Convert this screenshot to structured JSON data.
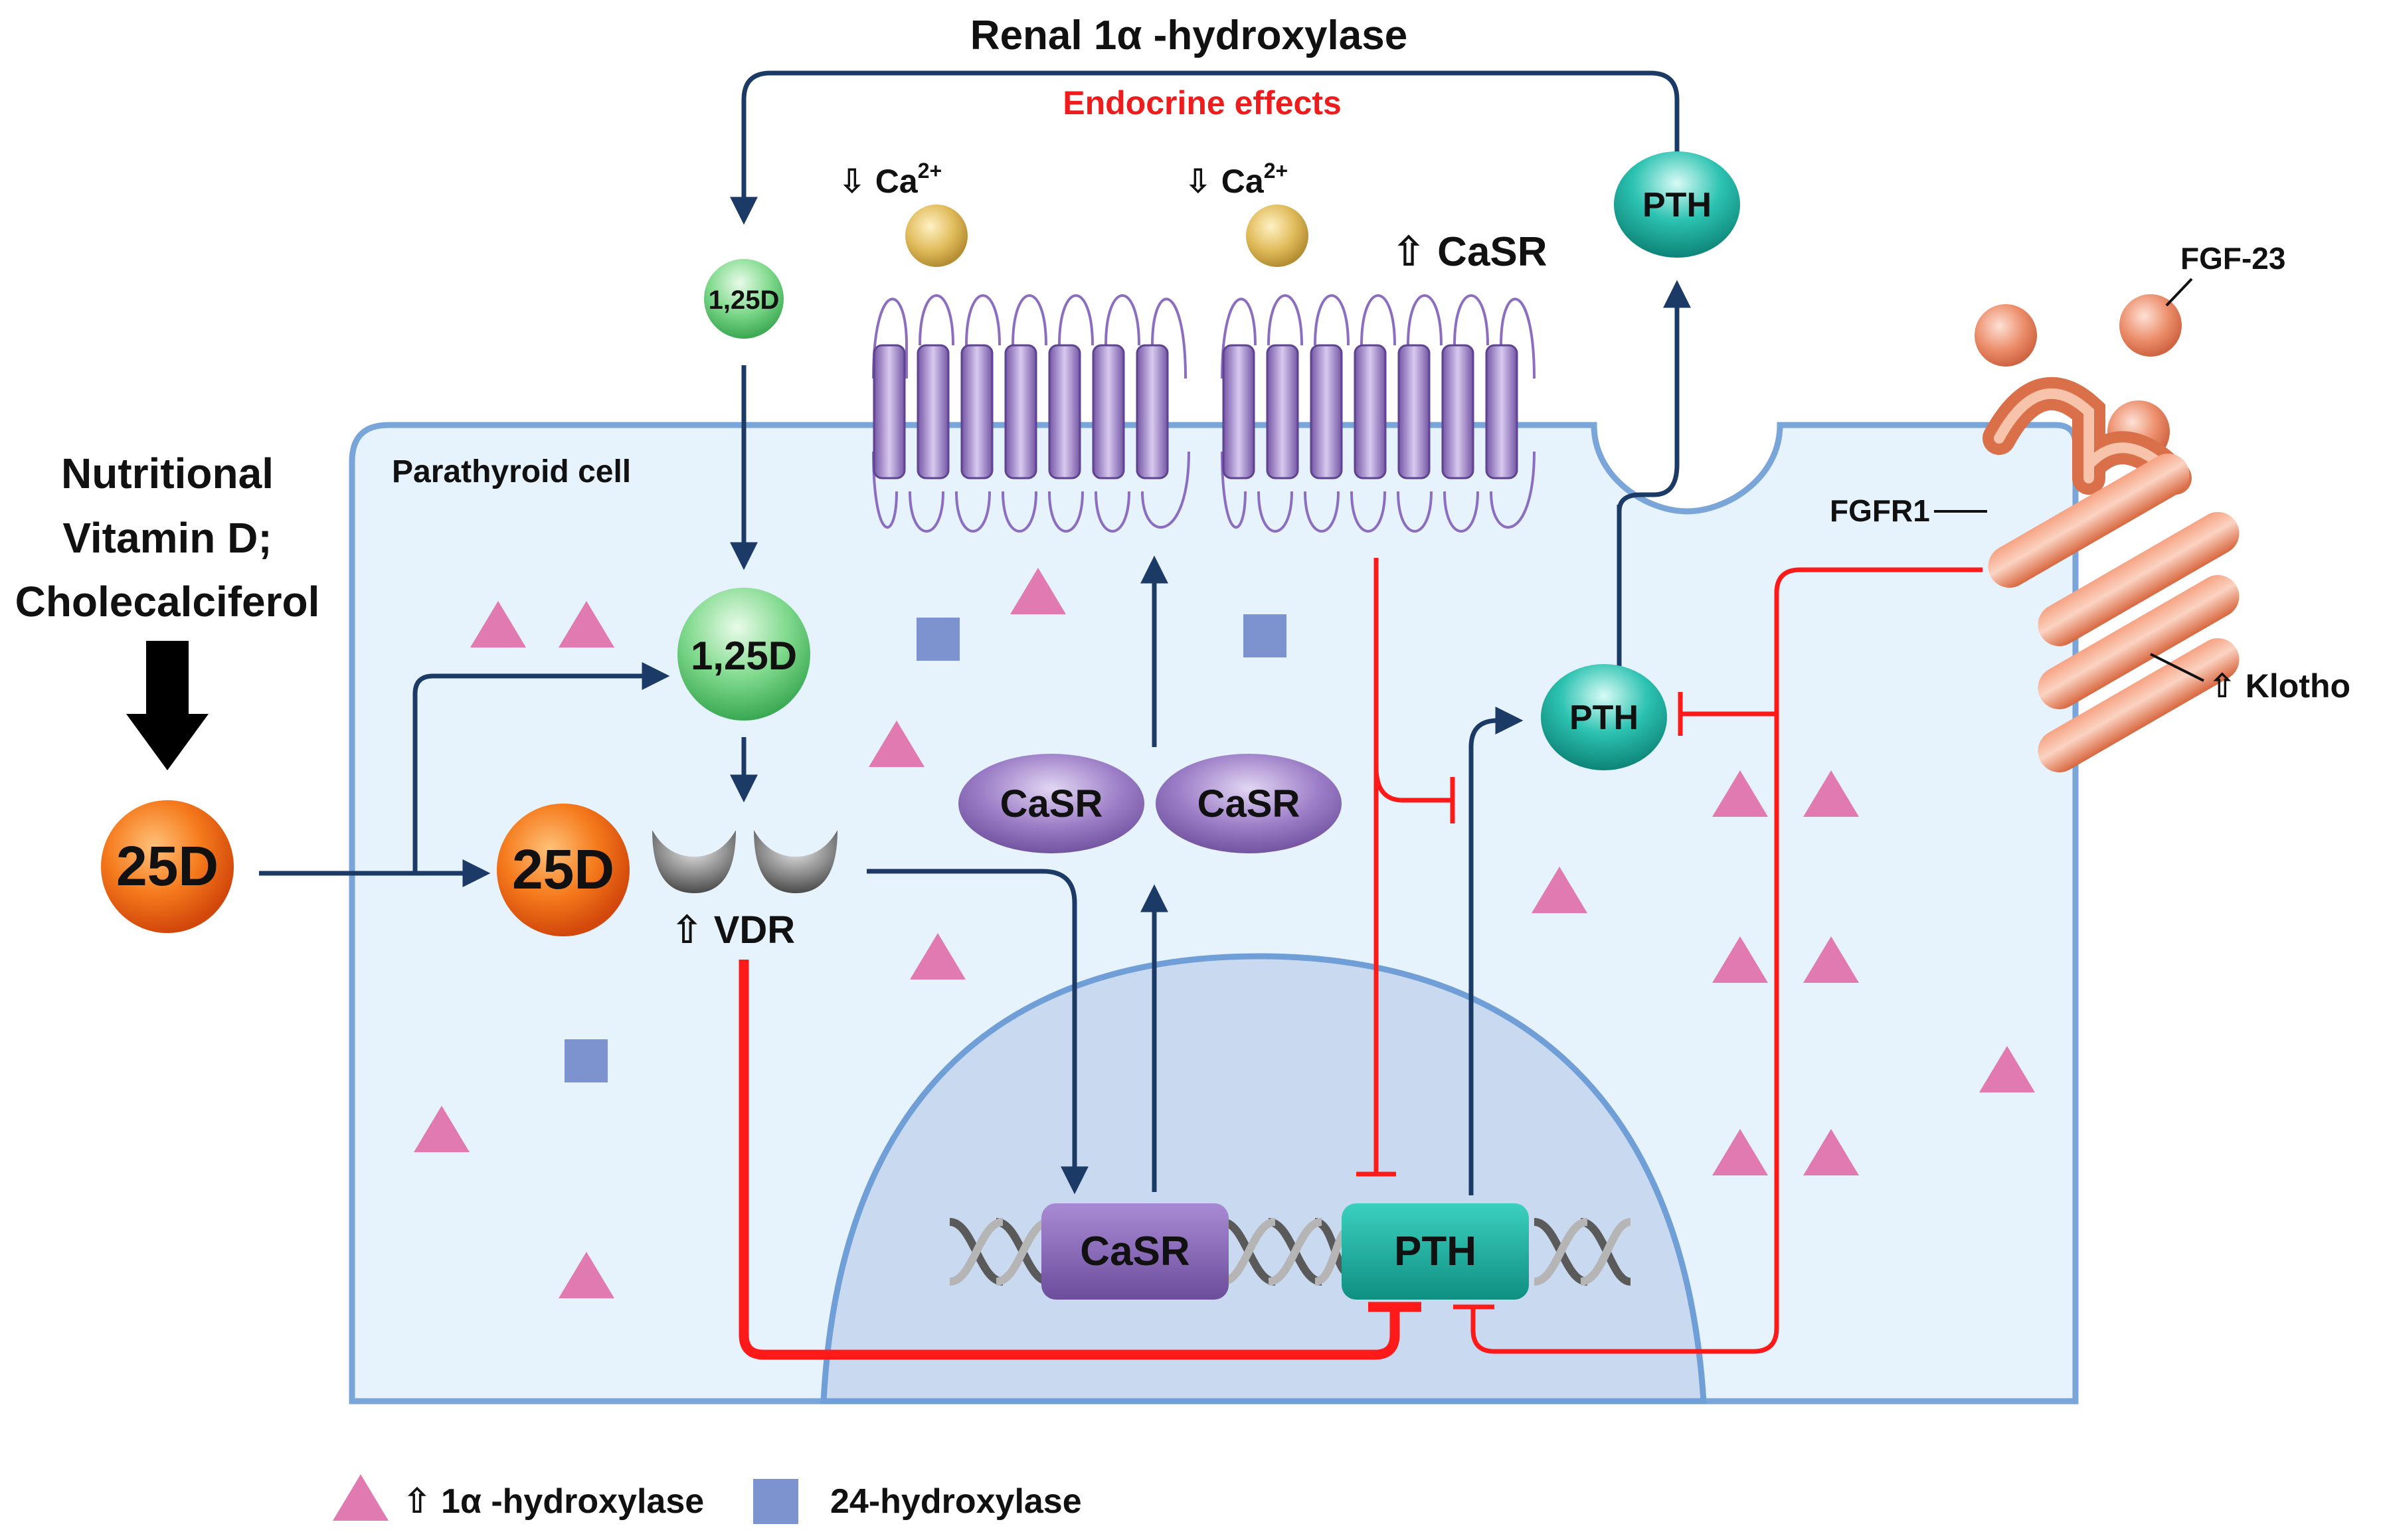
{
  "title": "Renal 1α -hydroxylase",
  "subtitle": "Endocrine effects",
  "labels": {
    "cell": "Parathyroid cell",
    "nutritional_line1": "Nutritional",
    "nutritional_line2": "Vitamin D;",
    "nutritional_line3": "Cholecalciferol",
    "calcium": "⇩ Ca",
    "calcium_sup": "2+",
    "casr_up": "⇧ CaSR",
    "vdr_up": "⇧ VDR",
    "fgf23": "FGF-23",
    "fgfr1": "FGFR1",
    "klotho": "⇧ Klotho"
  },
  "molecules": {
    "d25": "25D",
    "d125": "1,25D",
    "pth": "PTH",
    "casr": "CaSR"
  },
  "legend": {
    "alpha_hydroxylase": "⇧ 1α -hydroxylase",
    "hydroxylase24": "24-hydroxylase"
  },
  "colors": {
    "activation_arrow": "#1b3a66",
    "inhibition": "#ff1a1a",
    "cell_fill": "#e6f3fc",
    "cell_border": "#7aa5d8",
    "nucleus_fill": "#c9d9ef",
    "d25": "#f26b12",
    "d125": "#5ec86e",
    "pth": "#12a89a",
    "casr": "#8a69b8",
    "alpha_hydroxylase_marker": "#e07ab0",
    "hydroxylase24_marker": "#7c93cf",
    "calcium": "#dcb24a",
    "fgf": "#e9835f"
  }
}
